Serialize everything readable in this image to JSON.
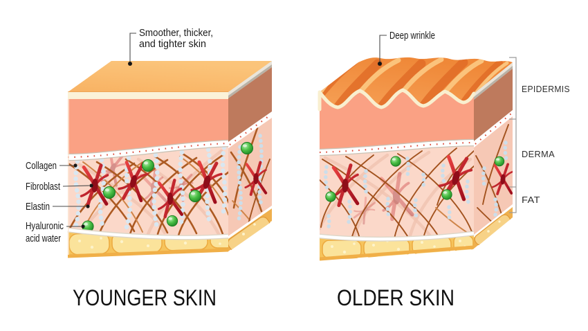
{
  "figure": {
    "younger": {
      "title": "YOUNGER SKIN",
      "surface_note": {
        "line1": "Smoother, thicker,",
        "line2": "and tighter skin"
      },
      "callouts": {
        "collagen": "Collagen",
        "fibroblast": "Fibroblast",
        "elastin": "Elastin",
        "hyaluronic_line1": "Hyaluronic",
        "hyaluronic_line2": "acid water"
      }
    },
    "older": {
      "title": "OLDER SKIN",
      "surface_note": "Deep wrinkle",
      "layer_labels": {
        "epidermis": "EPIDERMIS",
        "derma": "DERMA",
        "fat": "FAT"
      }
    },
    "palette": {
      "skin_surface": "#F9BB6C",
      "wrinkled_surface": "#F29A50",
      "epidermis": "#FAA184",
      "epidermis_side": "#BE7A5D",
      "dermis": "#FBD8C9",
      "dermis_side": "#F6C8B5",
      "fat": "#F6C45D",
      "fat_lobule": "#FBE39B",
      "collagen": "#D9E7F1",
      "elastin": "#AC5A22",
      "fibroblast": "#C01323",
      "hyaluronic_acid": "#3FAF42",
      "label_text": "#1A1A1A"
    }
  }
}
